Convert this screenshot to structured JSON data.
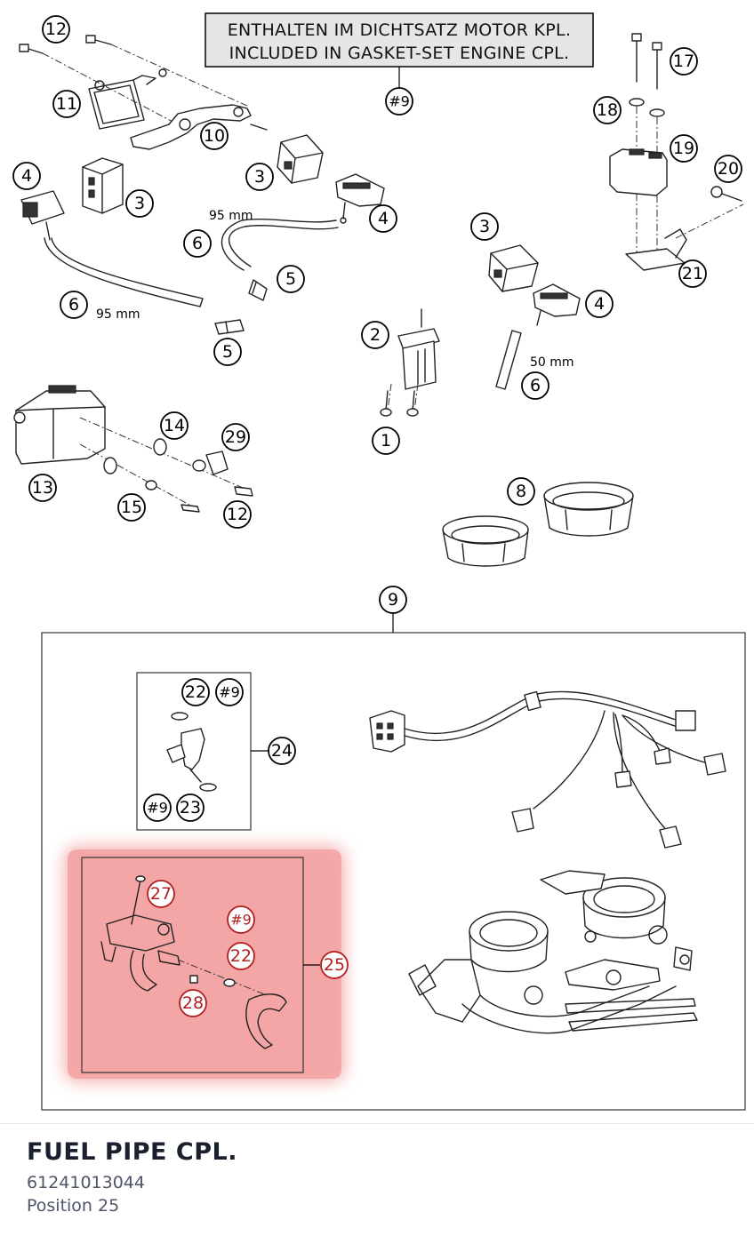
{
  "notice": {
    "line1": "ENTHALTEN IM DICHTSATZ MOTOR KPL.",
    "line2": "INCLUDED IN GASKET-SET ENGINE CPL."
  },
  "callouts": {
    "c1": "1",
    "c2": "2",
    "c3": "3",
    "c4": "4",
    "c5": "5",
    "c6": "6",
    "c8": "8",
    "c9": "9",
    "c10": "10",
    "c11": "11",
    "c12": "12",
    "c13": "13",
    "c14": "14",
    "c15": "15",
    "c17": "17",
    "c18": "18",
    "c19": "19",
    "c20": "20",
    "c21": "21",
    "c22": "22",
    "c23": "23",
    "c24": "24",
    "c25": "25",
    "c27": "27",
    "c28": "28",
    "c29": "29",
    "ref9": "#9"
  },
  "dimensions": {
    "hose_95": "95 mm",
    "hose_50": "50 mm"
  },
  "highlight": {
    "color": "#f4a4a4",
    "callout_color": "#b02020"
  },
  "part": {
    "name": "FUEL PIPE CPL.",
    "number": "61241013044",
    "position": "Position 25"
  }
}
